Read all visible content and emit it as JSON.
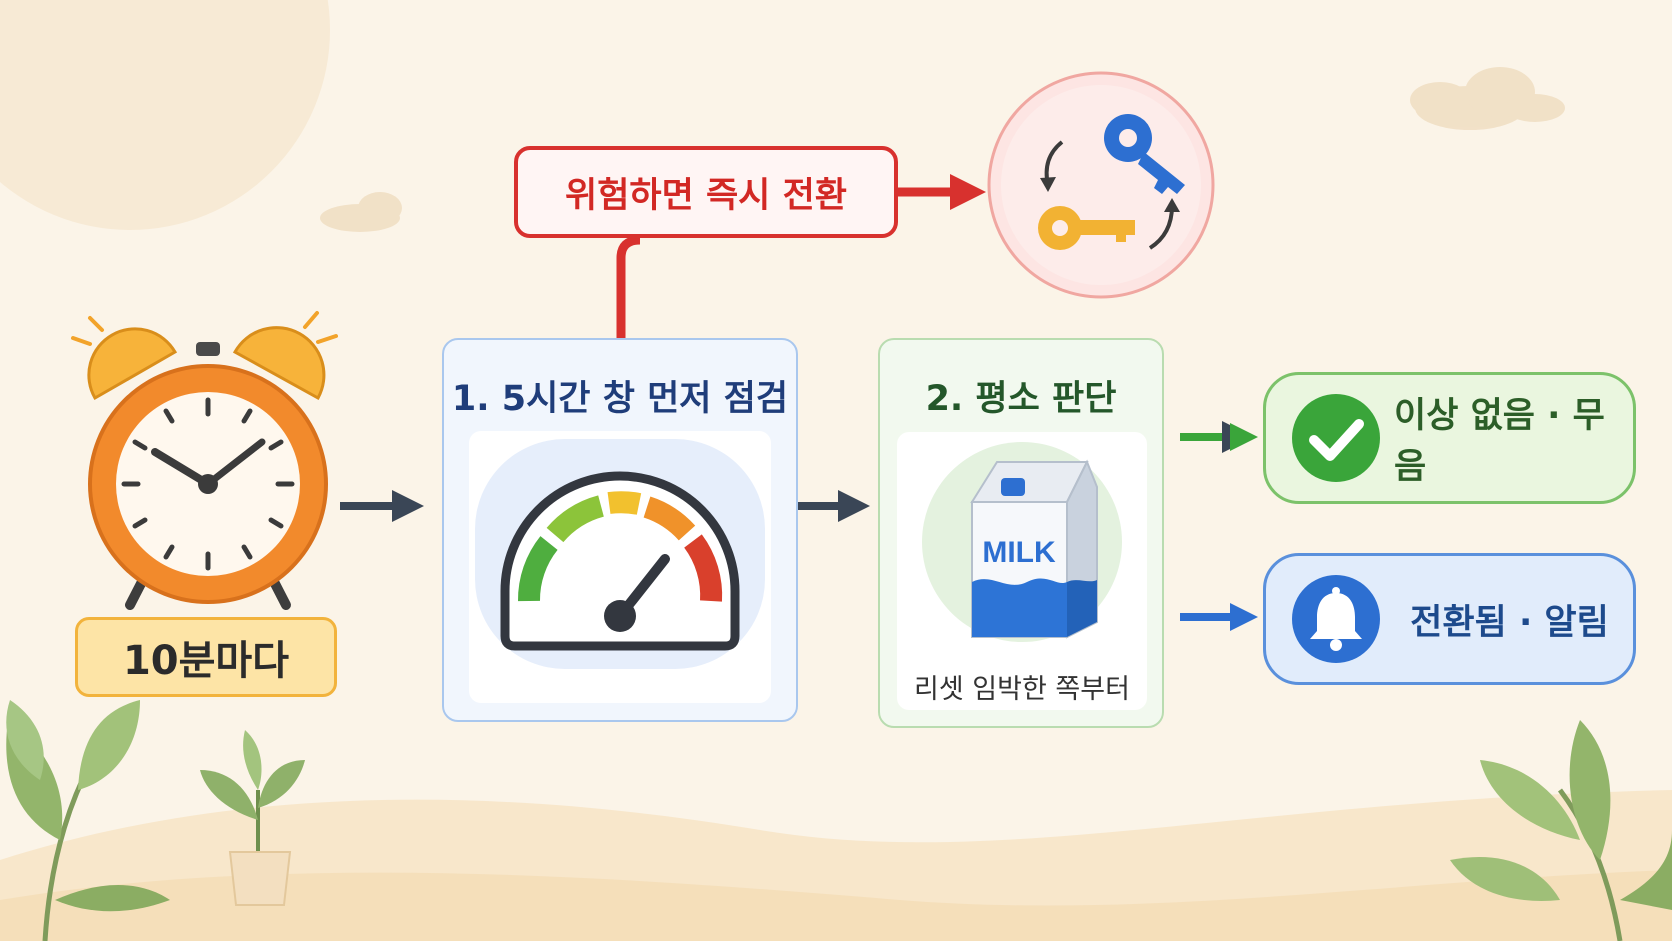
{
  "alarm": {
    "label": "10분마다",
    "icon": "alarm-clock-icon"
  },
  "warning": {
    "label": "위험하면 즉시 전환",
    "icon": "key-swap-icon"
  },
  "step1": {
    "title": "1. 5시간 창 먼저 점검",
    "icon": "gauge-icon"
  },
  "step2": {
    "title": "2. 평소 판단",
    "milk_text": "MILK",
    "caption": "리셋 임박한 쪽부터",
    "icon": "milk-carton-icon"
  },
  "outcomes": {
    "ok": {
      "label": "이상 없음 · 무음",
      "icon": "check-icon"
    },
    "alert": {
      "label": "전환됨 · 알림",
      "icon": "bell-icon"
    }
  },
  "colors": {
    "warning_red": "#d8312e",
    "step1_blue": "#a9c7ee",
    "step2_green": "#b9dcb0",
    "ok_green": "#3aa53a",
    "alert_blue": "#2d6fd1",
    "arrow_dark": "#3a4656"
  }
}
